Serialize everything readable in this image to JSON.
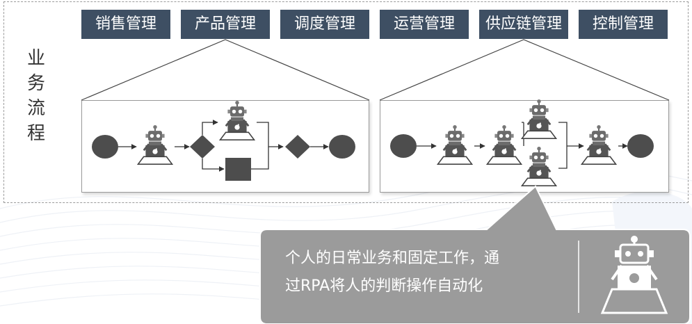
{
  "side_label": "业务流程",
  "categories": [
    "销售管理",
    "产品管理",
    "调度管理",
    "运营管理",
    "供应链管理",
    "控制管理"
  ],
  "callout": {
    "line1": "个人的日常业务和固定工作，通",
    "line2": "过RPA将人的判断操作自动化"
  },
  "colors": {
    "header_bg": "#3e4f63",
    "node_fill": "#4d4d4d",
    "callout_bg": "#9b9b9b"
  },
  "icons": [
    "robot-icon",
    "laptop-icon",
    "apple-logo-icon"
  ]
}
